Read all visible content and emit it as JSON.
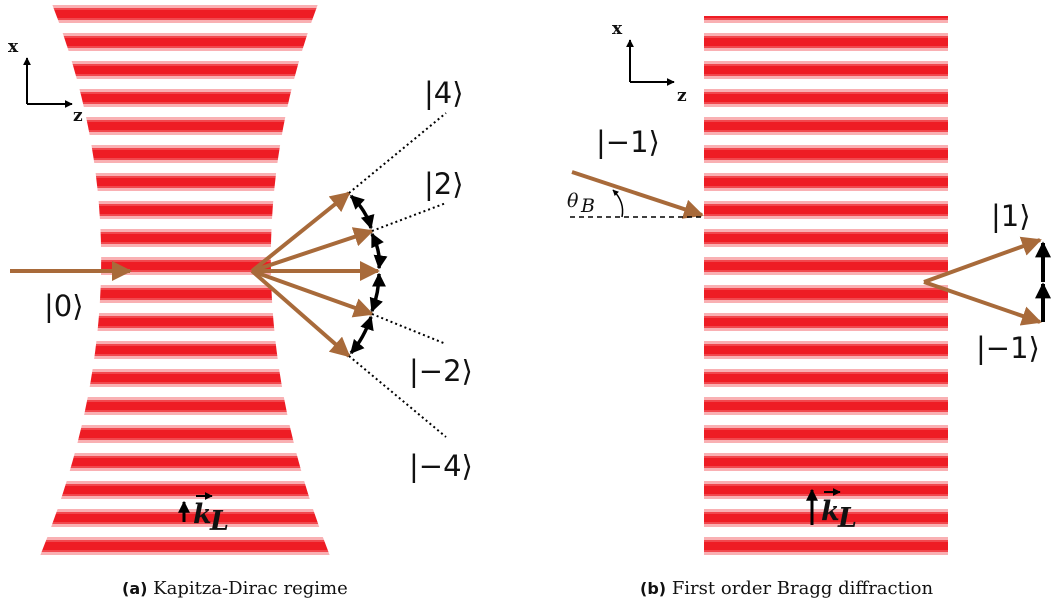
{
  "panel_a": {
    "caption_tag": "(a)",
    "caption_text": "Kapitza-Dirac regime",
    "axis_x": "x",
    "axis_z": "z",
    "incoming_state": "|0⟩",
    "state_4": "|4⟩",
    "state_2": "|2⟩",
    "state_m2": "|−2⟩",
    "state_m4": "|−4⟩",
    "wavevector": "k",
    "wavevector_sub": "L"
  },
  "panel_b": {
    "caption_tag": "(b)",
    "caption_text": "First order Bragg diffraction",
    "axis_x": "x",
    "axis_z": "z",
    "incoming_state": "|−1⟩",
    "angle_symbol": "θ",
    "angle_sub": "B",
    "out_state_1": "|1⟩",
    "out_state_m1": "|−1⟩",
    "wavevector": "k",
    "wavevector_sub": "L"
  },
  "colors": {
    "beam_red": "#ee1c24",
    "atom_arrow": "#a86a3a",
    "line": "#000000"
  }
}
